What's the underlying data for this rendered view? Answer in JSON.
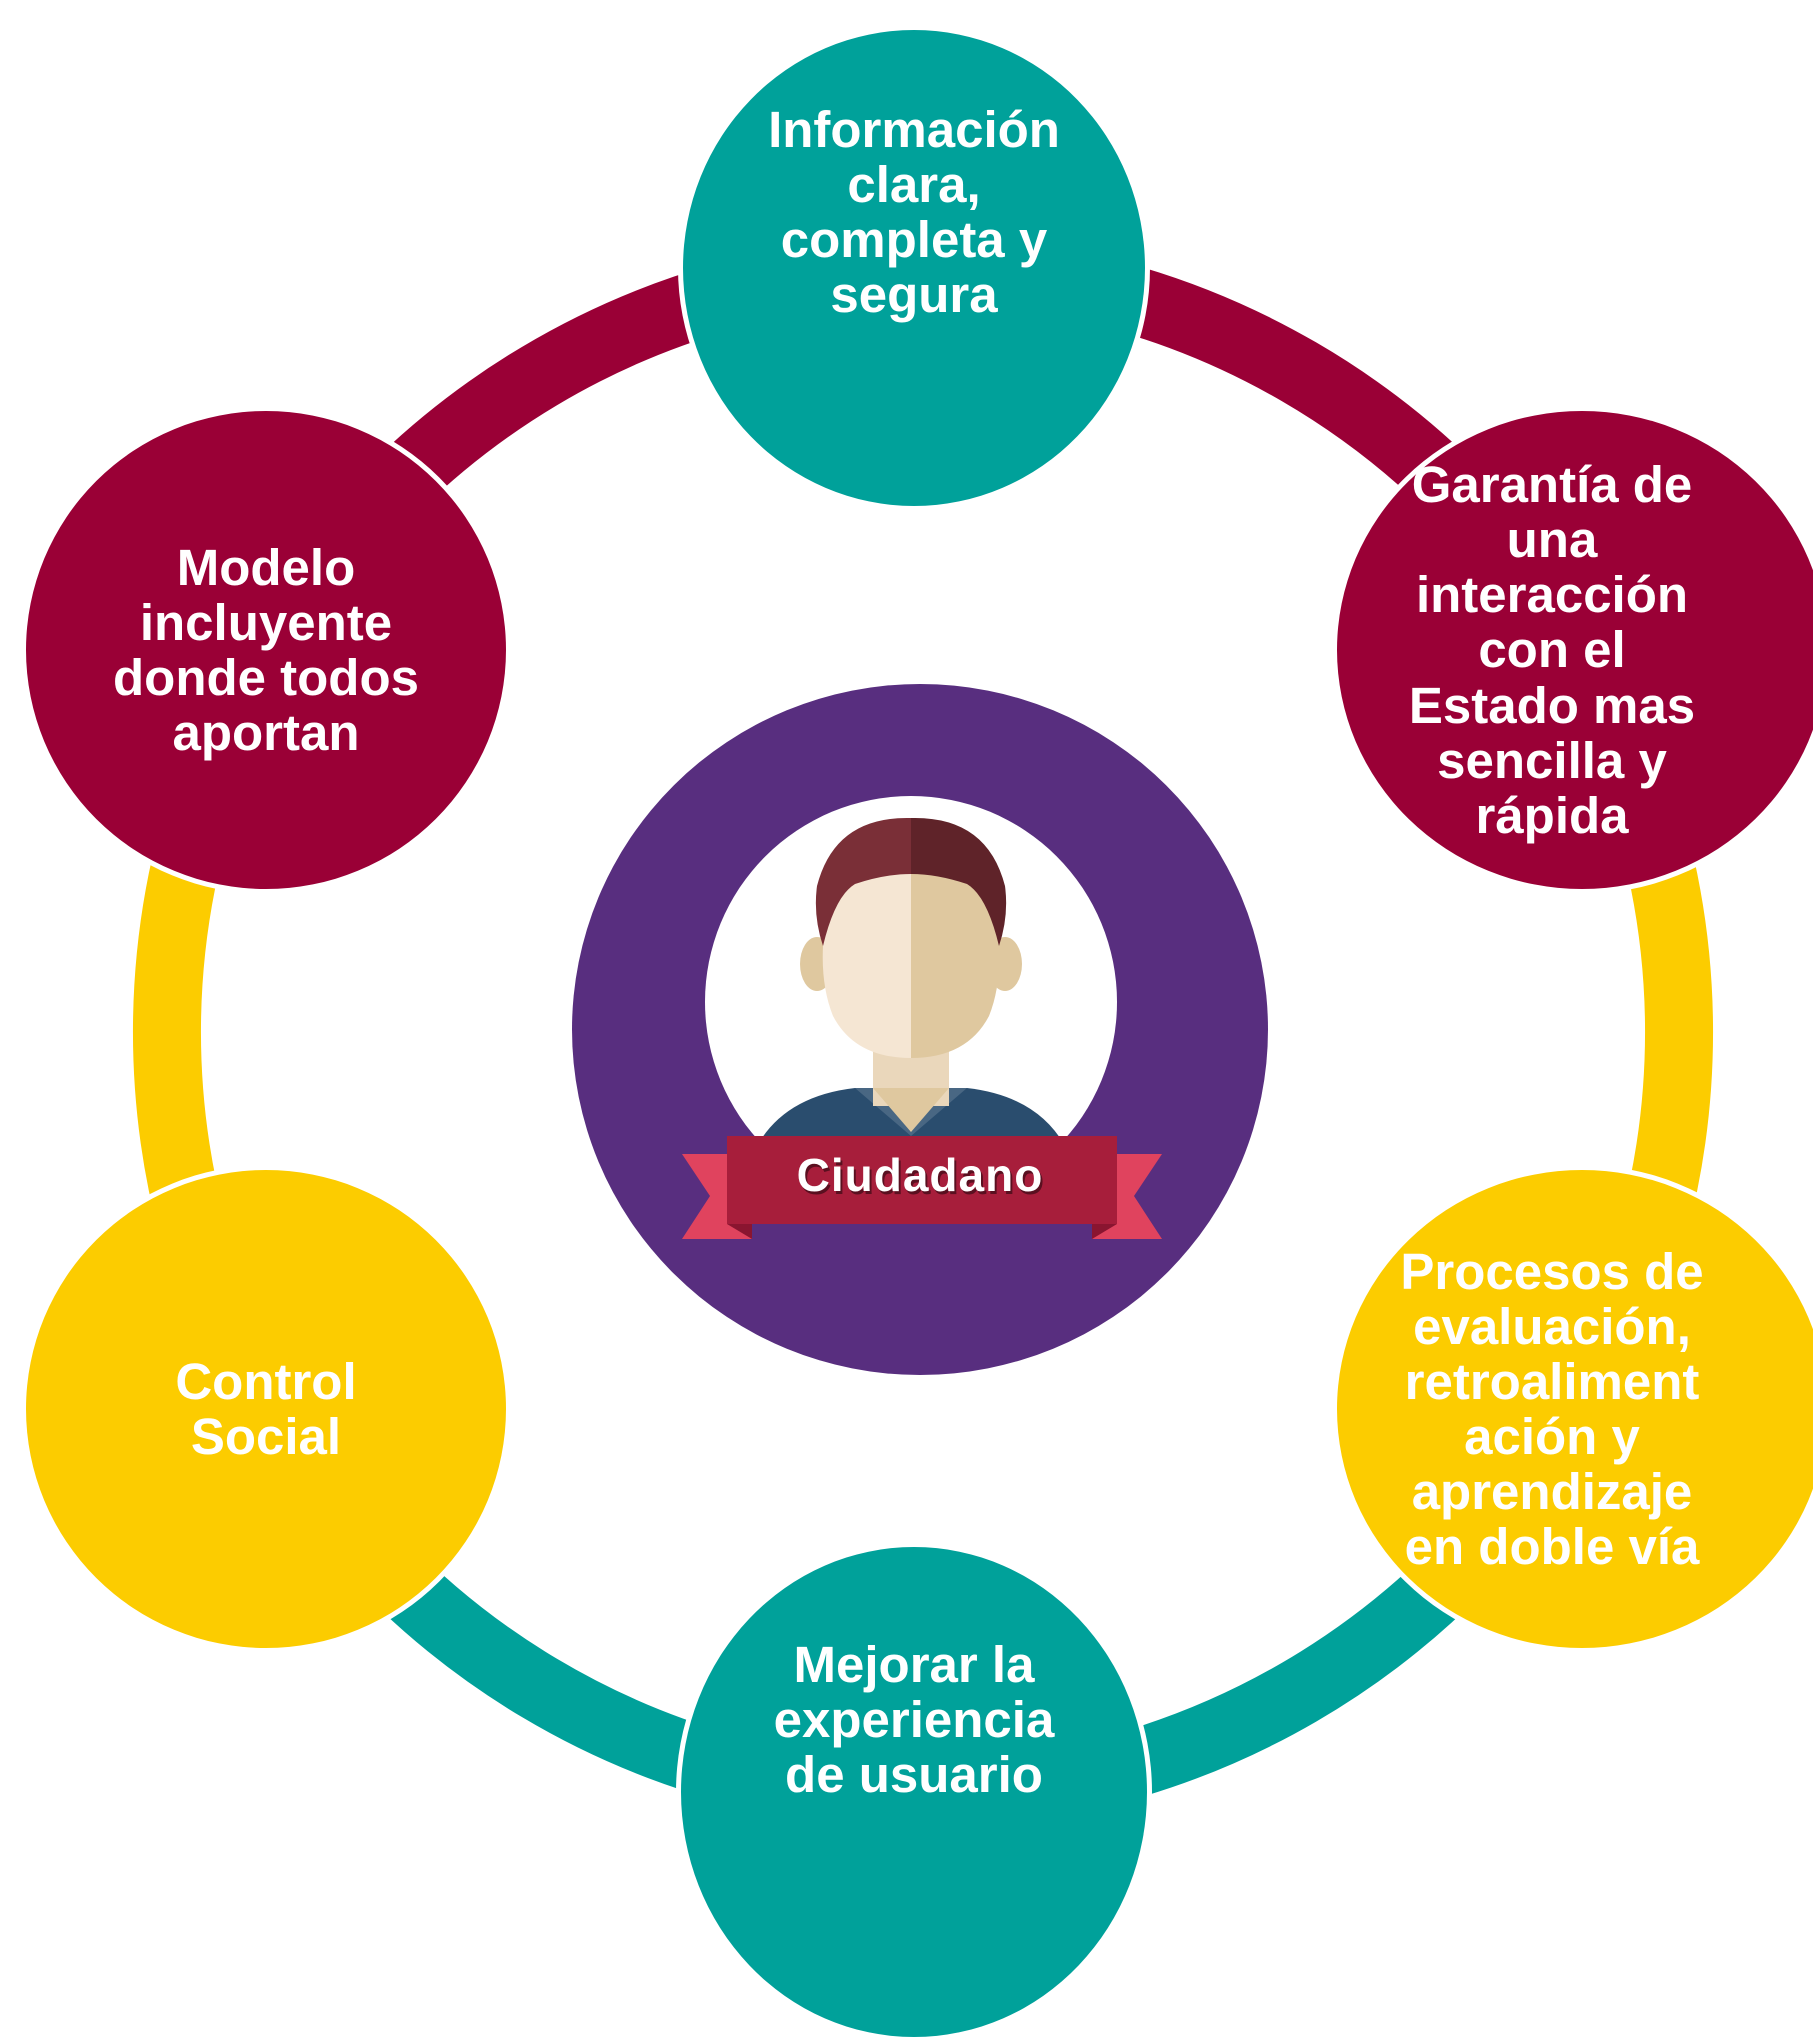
{
  "colors": {
    "teal": "#00a19a",
    "maroon": "#9a0036",
    "yellow": "#fccc00",
    "purple": "#582e7f",
    "ribbon_red": "#a71e3b",
    "ribbon_pink": "#e0435e",
    "hair": "#6d2a31",
    "skin_light": "#f5e6d3",
    "skin_shade": "#dfc89f",
    "shirt": "#2a4d6e"
  },
  "center": {
    "label": "Ciudadano",
    "icon": "citizen-avatar-icon"
  },
  "nodes": {
    "top": "Información\nclara,\ncompleta y\nsegura",
    "upper_right": "Garantía de\nuna\ninteracción\ncon el\nEstado mas\nsencilla y\nrápida",
    "lower_right": "Procesos de\nevaluación,\nretroaliment\nación y\naprendizaje\nen doble vía",
    "bottom": "Mejorar la\nexperiencia\nde usuario",
    "lower_left": "Control\nSocial",
    "upper_left": "Modelo\nincluyente\ndonde todos\naportan"
  }
}
